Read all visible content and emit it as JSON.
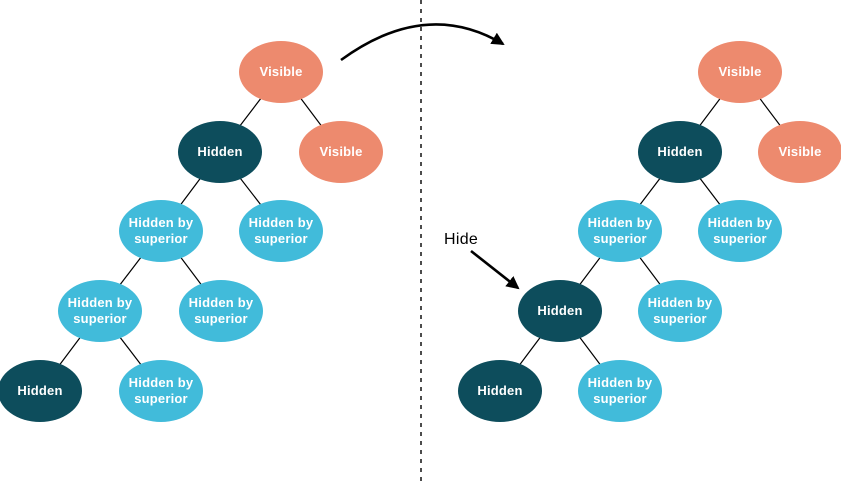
{
  "colors": {
    "visible": "#ED8A6E",
    "hidden": "#0D4D5C",
    "hidden_by_superior": "#41BBDA",
    "line": "#000000"
  },
  "annotations": {
    "hide_label": "Hide"
  },
  "left_tree": {
    "nodes": [
      {
        "label": "Visible",
        "type": "visible"
      },
      {
        "label": "Hidden",
        "type": "hidden"
      },
      {
        "label": "Visible",
        "type": "visible"
      },
      {
        "label": "Hidden by superior",
        "type": "hidden_by_superior"
      },
      {
        "label": "Hidden by superior",
        "type": "hidden_by_superior"
      },
      {
        "label": "Hidden by superior",
        "type": "hidden_by_superior"
      },
      {
        "label": "Hidden by superior",
        "type": "hidden_by_superior"
      },
      {
        "label": "Hidden",
        "type": "hidden"
      },
      {
        "label": "Hidden by superior",
        "type": "hidden_by_superior"
      }
    ]
  },
  "right_tree": {
    "nodes": [
      {
        "label": "Visible",
        "type": "visible"
      },
      {
        "label": "Hidden",
        "type": "hidden"
      },
      {
        "label": "Visible",
        "type": "visible"
      },
      {
        "label": "Hidden by superior",
        "type": "hidden_by_superior"
      },
      {
        "label": "Hidden by superior",
        "type": "hidden_by_superior"
      },
      {
        "label": "Hidden",
        "type": "hidden"
      },
      {
        "label": "Hidden by superior",
        "type": "hidden_by_superior"
      },
      {
        "label": "Hidden",
        "type": "hidden"
      },
      {
        "label": "Hidden by superior",
        "type": "hidden_by_superior"
      }
    ]
  }
}
